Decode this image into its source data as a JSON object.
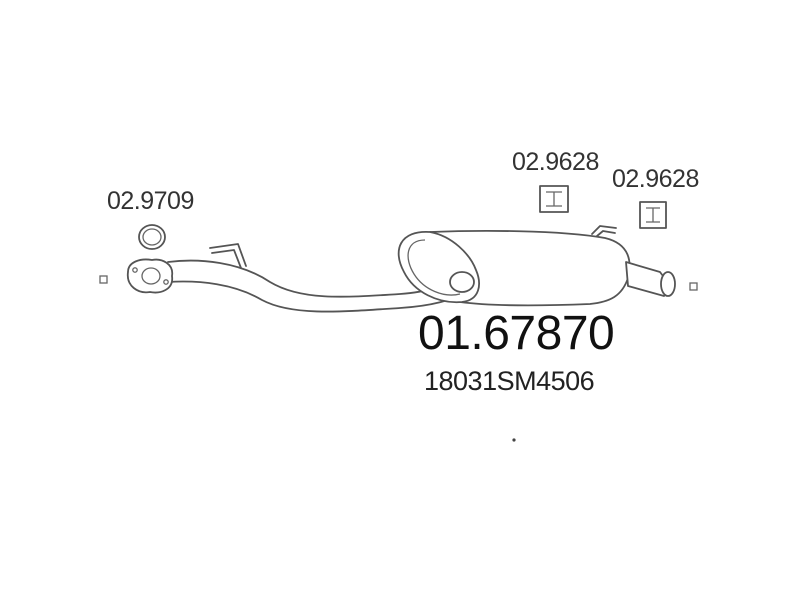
{
  "diagram": {
    "parts": {
      "gasket": {
        "ref": "02.9709"
      },
      "hanger_left": {
        "ref": "02.9628"
      },
      "hanger_right": {
        "ref": "02.9628"
      }
    },
    "main_part": {
      "code": "01.67870",
      "oem_code": "18031SM4506"
    }
  }
}
